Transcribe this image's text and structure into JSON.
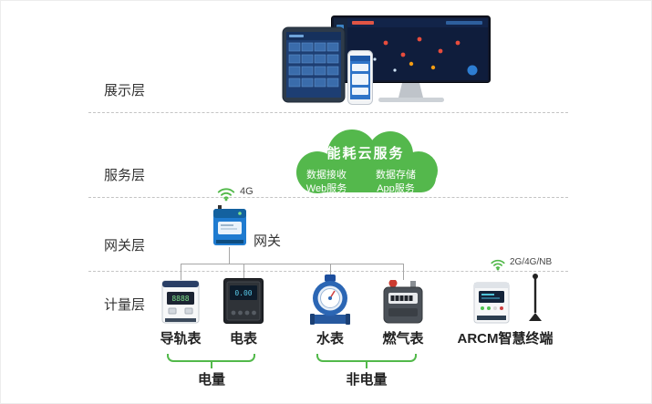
{
  "layers": {
    "display": "展示层",
    "service": "服务层",
    "gateway": "网关层",
    "metering": "计量层"
  },
  "cloud": {
    "title": "能耗云服务",
    "items": [
      "数据接收",
      "数据存储",
      "Web服务",
      "App服务"
    ]
  },
  "gateway": {
    "label": "网关",
    "wireless": "4G"
  },
  "arcm": {
    "wireless": "2G/4G/NB"
  },
  "devices": [
    {
      "label": "导轨表"
    },
    {
      "label": "电表"
    },
    {
      "label": "水表"
    },
    {
      "label": "燃气表"
    },
    {
      "label": "ARCM智慧终端"
    }
  ],
  "groups": [
    {
      "label": "电量"
    },
    {
      "label": "非电量"
    }
  ],
  "icons": {
    "wifi": "wifi-signal-icon",
    "antenna": "antenna-icon",
    "cloud": "cloud-shape"
  },
  "colors": {
    "accent_green": "#52b94a",
    "device_blue": "#1f7bd0",
    "line_gray": "#a6a6a6",
    "text_dark": "#222222"
  }
}
